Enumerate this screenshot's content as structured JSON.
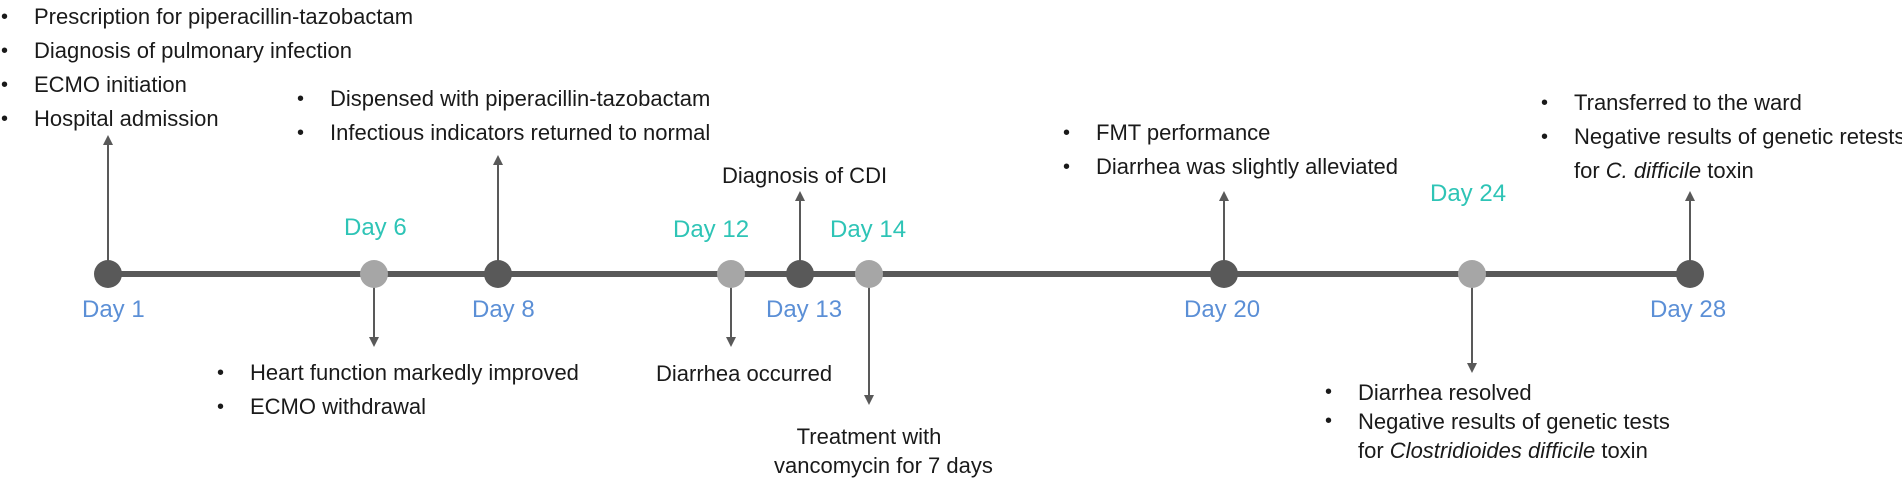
{
  "colors": {
    "axis": "#595959",
    "node_dark": "#595959",
    "node_light": "#a6a6a6",
    "arrow": "#595959",
    "day_blue": "#5b8fd6",
    "day_teal": "#2ec4b6"
  },
  "days_below": {
    "day1": "Day 1",
    "day8": "Day 8",
    "day13": "Day 13",
    "day20": "Day 20",
    "day28": "Day 28"
  },
  "days_above": {
    "day6": "Day 6",
    "day12": "Day 12",
    "day14": "Day 14",
    "day24": "Day 24"
  },
  "events": {
    "day1": [
      "Prescription for piperacillin-tazobactam",
      "Diagnosis of pulmonary infection",
      "ECMO initiation",
      "Hospital admission"
    ],
    "day8": [
      "Dispensed with piperacillin-tazobactam",
      "Infectious indicators returned to normal"
    ],
    "day13": "Diagnosis of CDI",
    "day20": [
      "FMT performance",
      "Diarrhea was slightly alleviated"
    ],
    "day28": {
      "item1": "Transferred to the ward",
      "item2_line1": "Negative results of genetic retests",
      "item2_line2_pre": "for ",
      "item2_line2_em": "C. difficile",
      "item2_line2_post": " toxin"
    },
    "day6": [
      "Heart function markedly improved",
      "ECMO withdrawal"
    ],
    "day12": "Diarrhea occurred",
    "day14": {
      "line1": "Treatment with",
      "line2": "vancomycin for 7 days"
    },
    "day24": {
      "item1": "Diarrhea resolved",
      "item2_line1": "Negative results of genetic tests",
      "item2_line2_pre": "for ",
      "item2_line2_em": "Clostridioides difficile",
      "item2_line2_post": " toxin"
    }
  },
  "bullet": "•"
}
